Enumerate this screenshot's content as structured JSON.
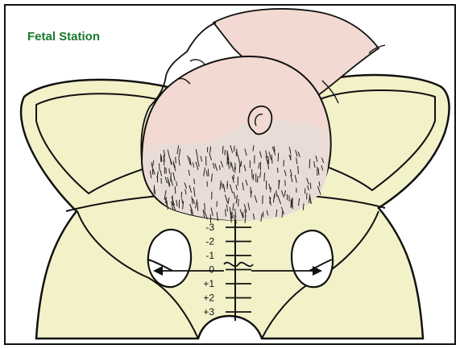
{
  "title": "Fetal Station",
  "stations": [
    "-3",
    "-2",
    "-1",
    "0",
    "+1",
    "+2",
    "+3"
  ],
  "colors": {
    "title": "#1a7a2e",
    "bone": "#f3f1c8",
    "skin": "#f2d9d2",
    "outline": "#111111",
    "background": "#ffffff"
  }
}
